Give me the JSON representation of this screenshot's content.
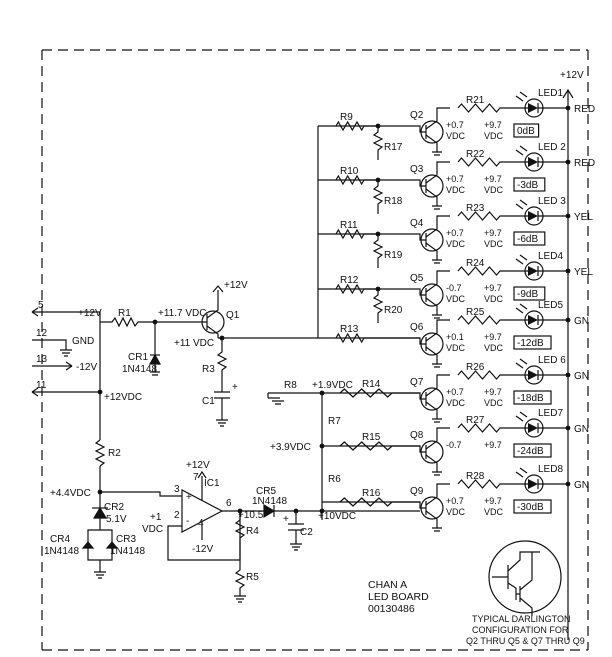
{
  "connector": {
    "pin5": "5",
    "pin5_voltage": "+12V",
    "pin12": "12",
    "pin12_voltage": "GND",
    "pin13": "13",
    "pin13_voltage": "-12V",
    "pin11": "11"
  },
  "voltages": {
    "plus12v": "+12V",
    "minus12v": "-12V",
    "v117": "+11.7 VDC",
    "v11": "+11 VDC",
    "v12vdc": "+12VDC",
    "v19": "+1.9VDC",
    "v39": "+3.9VDC",
    "v10": "+10VDC",
    "v105": "+10.5",
    "v44": "+4.4VDC",
    "plus1": "+1",
    "vdc": "VDC"
  },
  "components": {
    "r1": "R1",
    "r2": "R2",
    "r3": "R3",
    "r4": "R4",
    "r5": "R5",
    "r6": "R6",
    "r7": "R7",
    "r8": "R8",
    "c1": "C1",
    "c2": "C2",
    "q1": "Q1",
    "cr1": "CR1",
    "cr1_part": "1N4148",
    "cr2": "CR2",
    "cr2_value": "5.1V",
    "cr3": "CR3",
    "cr3_part": "1N4148",
    "cr4": "CR4",
    "cr4_part": "1N4148",
    "cr5": "CR5",
    "cr5_part": "1N4148",
    "ic1": "IC1"
  },
  "pins": {
    "p3": "3",
    "p7": "7",
    "p2": "2",
    "p4": "4",
    "p6": "6"
  },
  "symbols": {
    "plus": "+",
    "minus": "-"
  },
  "stages": [
    {
      "q": "Q2",
      "rb": "R9",
      "rp": "R17",
      "rc": "R21",
      "vb": "+0.7",
      "vc": "+9.7",
      "unit": "VDC",
      "led": "LED1",
      "db": "0dB",
      "color": "RED"
    },
    {
      "q": "Q3",
      "rb": "R10",
      "rp": "R18",
      "rc": "R22",
      "vb": "+0.7",
      "vc": "+9.7",
      "unit": "VDC",
      "led": "LED 2",
      "db": "-3dB",
      "color": "RED"
    },
    {
      "q": "Q4",
      "rb": "R11",
      "rp": "R19",
      "rc": "R23",
      "vb": "+0.7",
      "vc": "+9.7",
      "unit": "VDC",
      "led": "LED 3",
      "db": "-6dB",
      "color": "YEL"
    },
    {
      "q": "Q5",
      "rb": "R12",
      "rp": "R20",
      "rc": "R24",
      "vb": "-0.7",
      "vc": "+9.7",
      "unit": "VDC",
      "led": "LED4",
      "db": "-9dB",
      "color": "YEL"
    },
    {
      "q": "Q6",
      "rb": "R13",
      "rp": "",
      "rc": "R25",
      "vb": "+0.1",
      "vc": "+9.7",
      "unit": "VDC",
      "led": "LED5",
      "db": "-12dB",
      "color": "GN"
    },
    {
      "q": "Q7",
      "rb": "R14",
      "rp": "",
      "rc": "R26",
      "vb": "+0.7",
      "vc": "+9.7",
      "unit": "VDC",
      "led": "LED 6",
      "db": "-18dB",
      "color": "GN"
    },
    {
      "q": "Q8",
      "rb": "R15",
      "rp": "",
      "rc": "R27",
      "vb": "-0.7",
      "vc": "+9.7",
      "unit": "",
      "led": "LED7",
      "db": "-24dB",
      "color": "GN"
    },
    {
      "q": "Q9",
      "rb": "R16",
      "rp": "",
      "rc": "R28",
      "vb": "+0.7",
      "vc": "+9.7",
      "unit": "VDC",
      "led": "LED8",
      "db": "-30dB",
      "color": "GN"
    }
  ],
  "caption": {
    "channel": "CHAN A",
    "board": "LED BOARD",
    "part": "00130486"
  },
  "inset": {
    "line1": "TYPICAL DARLINGTON",
    "line2": "CONFIGURATION FOR",
    "line3": "Q2 THRU Q5 & Q7 THRU Q9"
  }
}
